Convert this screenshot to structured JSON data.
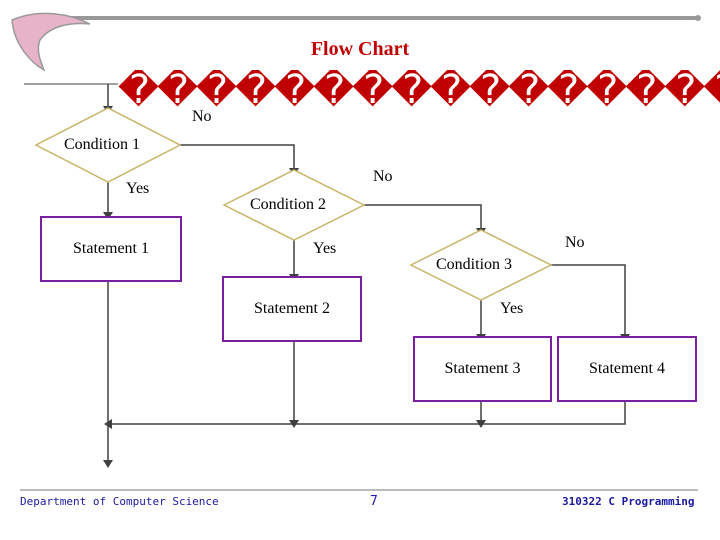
{
  "title": "Flow Chart",
  "garbled_heading": "�����������������",
  "decisions": {
    "condition1": "Condition 1",
    "condition2": "Condition 2",
    "condition3": "Condition 3"
  },
  "statements": {
    "statement1": "Statement 1",
    "statement2": "Statement 2",
    "statement3": "Statement 3",
    "statement4": "Statement 4"
  },
  "branch_labels": {
    "no1": "No",
    "yes1": "Yes",
    "no2": "No",
    "yes2": "Yes",
    "no3": "No",
    "yes3": "Yes"
  },
  "footer": {
    "department": "Department of Computer Science",
    "page_number": "7",
    "course": "310322 C Programming"
  },
  "colors": {
    "accent": "#c00000",
    "box_border": "#7a1fa2",
    "footer_text": "#1a1aa0",
    "line": "#404040"
  }
}
